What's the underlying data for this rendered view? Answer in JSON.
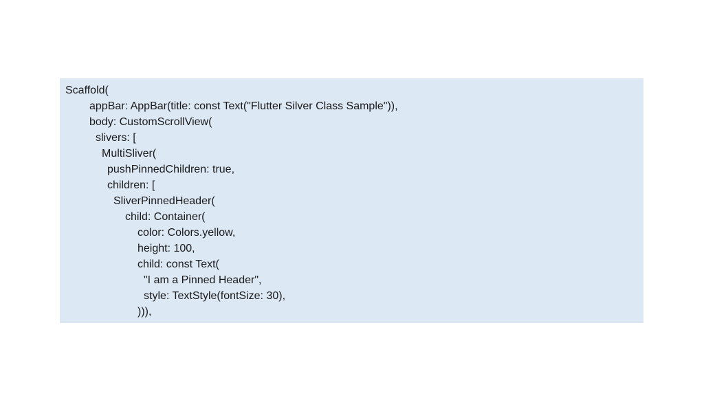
{
  "code": {
    "lines": [
      "Scaffold(",
      "appBar: AppBar(title: const Text(\"Flutter Silver Class Sample\")),",
      "body: CustomScrollView(",
      "slivers: [",
      "MultiSliver(",
      "pushPinnedChildren: true,",
      "children: [",
      "SliverPinnedHeader(",
      "child: Container(",
      "color: Colors.yellow,",
      "height: 100,",
      "child: const Text(",
      "\"I am a Pinned Header\",",
      "style: TextStyle(fontSize: 30),",
      "))),"
    ]
  },
  "colors": {
    "box_background": "#dde8f5",
    "text": "#1a1a1a"
  }
}
